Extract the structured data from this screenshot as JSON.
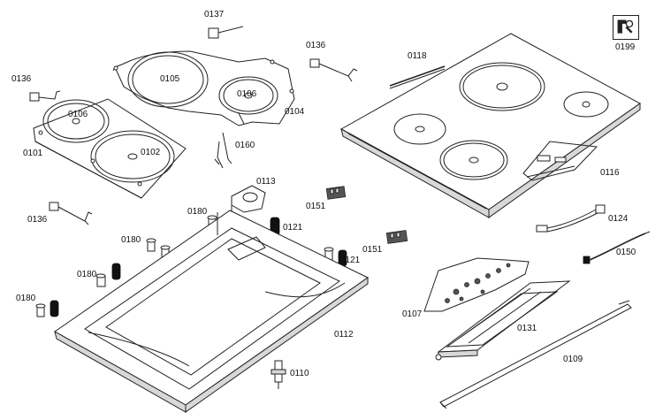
{
  "labels": {
    "l0137": "0137",
    "l0136a": "0136",
    "l0136b": "0136",
    "l0136c": "0136",
    "l0105": "0105",
    "l0106a": "0106",
    "l0106b": "0106",
    "l0104": "0104",
    "l0118": "0118",
    "l0199": "0199",
    "l0101": "0101",
    "l0102": "0102",
    "l0160": "0160",
    "l0116": "0116",
    "l0113": "0113",
    "l0151a": "0151",
    "l0151b": "0151",
    "l0180a": "0180",
    "l0180b": "0180",
    "l0180c": "0180",
    "l0180d": "0180",
    "l0121a": "0121",
    "l0121b": "0121",
    "l0124": "0124",
    "l0150": "0150",
    "l0107": "0107",
    "l0112": "0112",
    "l0131": "0131",
    "l0109": "0109",
    "l0110": "0110"
  },
  "icons": {
    "service_badge": "wrench-icon"
  }
}
